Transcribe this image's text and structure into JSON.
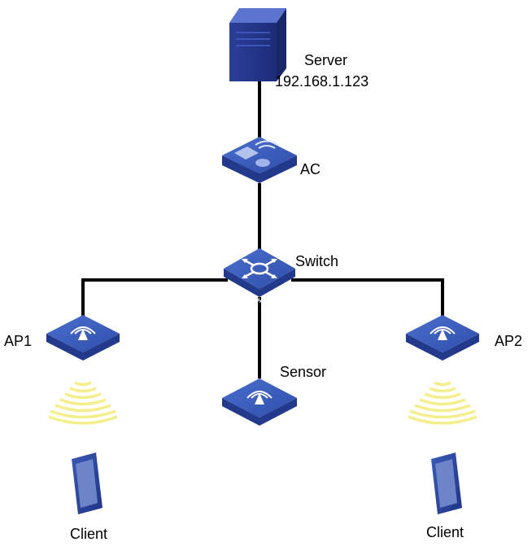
{
  "server": {
    "name": "Server",
    "ip": "192.168.1.123"
  },
  "ac": {
    "name": "AC"
  },
  "switch": {
    "name": "Switch",
    "badge": "SWITCH"
  },
  "ap1": {
    "name": "AP1"
  },
  "ap2": {
    "name": "AP2"
  },
  "sensor": {
    "name": "Sensor"
  },
  "client_left": {
    "name": "Client"
  },
  "client_right": {
    "name": "Client"
  },
  "colors": {
    "device_top": "#3c5cb8",
    "device_side": "#253f8e",
    "link": "#000000",
    "signal": "#f4ee8c"
  }
}
